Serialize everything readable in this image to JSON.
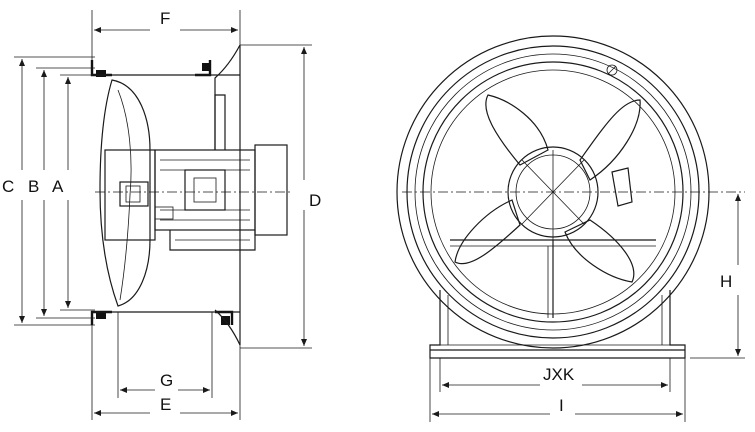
{
  "side_view": {
    "labels": {
      "F": "F",
      "C": "C",
      "B": "B",
      "A": "A",
      "D": "D",
      "G": "G",
      "E": "E"
    }
  },
  "front_view": {
    "labels": {
      "H": "H",
      "JXK": "JXK",
      "I": "I"
    }
  }
}
